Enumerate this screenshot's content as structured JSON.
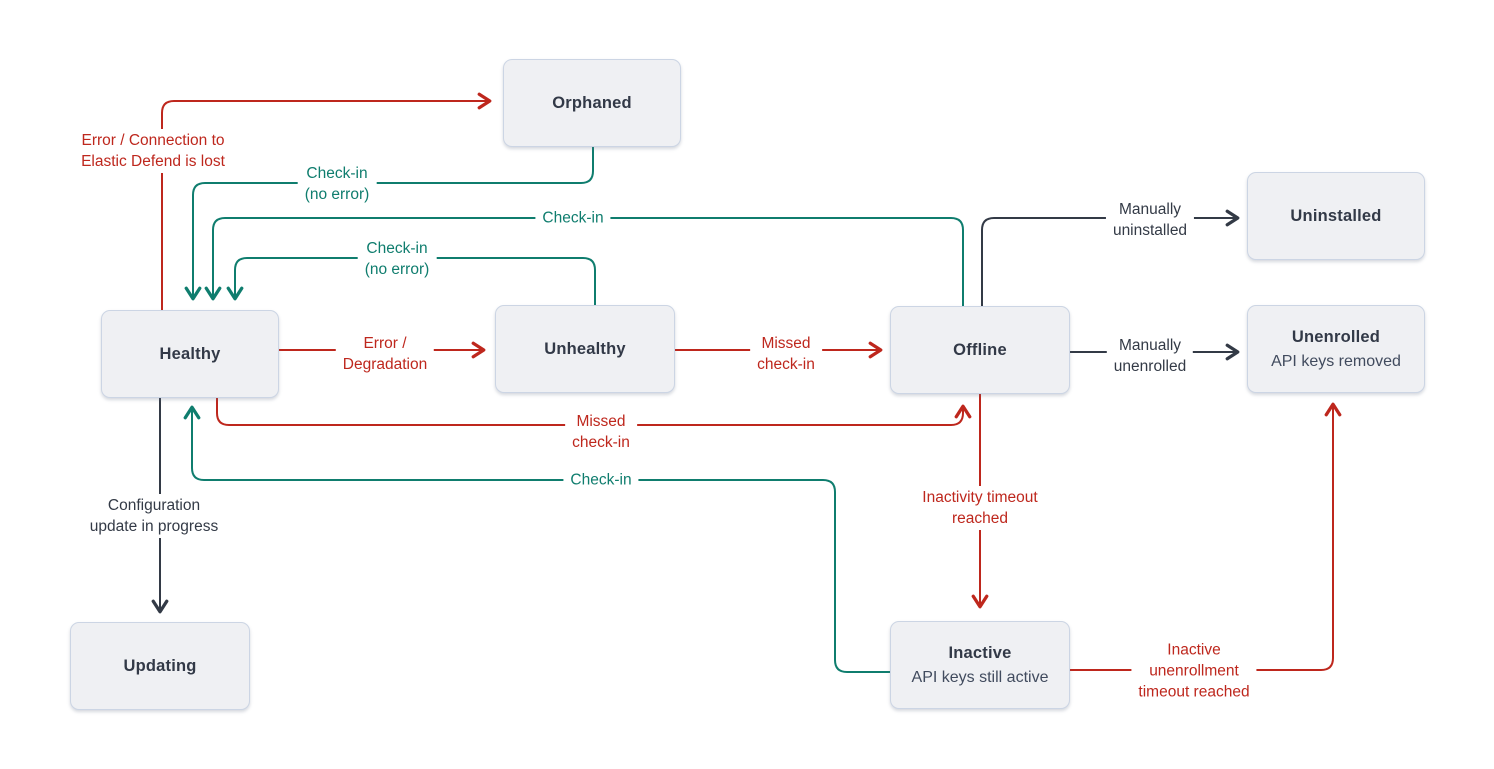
{
  "diagram": {
    "title": "Elastic Agent status flow diagram",
    "colors": {
      "error_red": "#be271d",
      "success_teal": "#0f7d6e",
      "neutral_dark": "#333a46",
      "node_fill": "#eff0f3",
      "node_border": "#ccd5e4"
    },
    "nodes": {
      "orphaned": {
        "label": "Orphaned"
      },
      "uninstalled": {
        "label": "Uninstalled"
      },
      "healthy": {
        "label": "Healthy"
      },
      "unhealthy": {
        "label": "Unhealthy"
      },
      "offline": {
        "label": "Offline"
      },
      "unenrolled": {
        "label": "Unenrolled",
        "sublabel": "API keys removed"
      },
      "updating": {
        "label": "Updating"
      },
      "inactive": {
        "label": "Inactive",
        "sublabel": "API keys still active"
      }
    },
    "edges": {
      "healthy_to_orphaned": {
        "from": "Healthy",
        "to": "Orphaned",
        "color": "red",
        "lines": [
          "Error / Connection to",
          "Elastic Defend is lost"
        ]
      },
      "orphaned_to_healthy": {
        "from": "Orphaned",
        "to": "Healthy",
        "color": "teal",
        "lines": [
          "Check-in",
          "(no error)"
        ]
      },
      "offline_to_healthy": {
        "from": "Offline",
        "to": "Healthy",
        "color": "teal",
        "lines": [
          "Check-in"
        ]
      },
      "unhealthy_to_healthy": {
        "from": "Unhealthy",
        "to": "Healthy",
        "color": "teal",
        "lines": [
          "Check-in",
          "(no error)"
        ]
      },
      "healthy_to_unhealthy": {
        "from": "Healthy",
        "to": "Unhealthy",
        "color": "red",
        "lines": [
          "Error /",
          "Degradation"
        ]
      },
      "unhealthy_to_offline": {
        "from": "Unhealthy",
        "to": "Offline",
        "color": "red",
        "lines": [
          "Missed",
          "check-in"
        ]
      },
      "offline_to_uninstalled": {
        "from": "Offline",
        "to": "Uninstalled",
        "color": "dark",
        "lines": [
          "Manually",
          "uninstalled"
        ]
      },
      "offline_to_unenrolled": {
        "from": "Offline",
        "to": "Unenrolled",
        "color": "dark",
        "lines": [
          "Manually",
          "unenrolled"
        ]
      },
      "healthy_to_offline": {
        "from": "Healthy",
        "to": "Offline",
        "color": "red",
        "lines": [
          "Missed",
          "check-in"
        ]
      },
      "inactive_to_healthy": {
        "from": "Inactive",
        "to": "Healthy",
        "color": "teal",
        "lines": [
          "Check-in"
        ]
      },
      "healthy_to_updating": {
        "from": "Healthy",
        "to": "Updating",
        "color": "dark",
        "lines": [
          "Configuration",
          "update in progress"
        ]
      },
      "offline_to_inactive": {
        "from": "Offline",
        "to": "Inactive",
        "color": "red",
        "lines": [
          "Inactivity timeout",
          "reached"
        ]
      },
      "inactive_to_unenrolled": {
        "from": "Inactive",
        "to": "Unenrolled",
        "color": "red",
        "lines": [
          "Inactive",
          "unenrollment",
          "timeout reached"
        ]
      }
    }
  }
}
